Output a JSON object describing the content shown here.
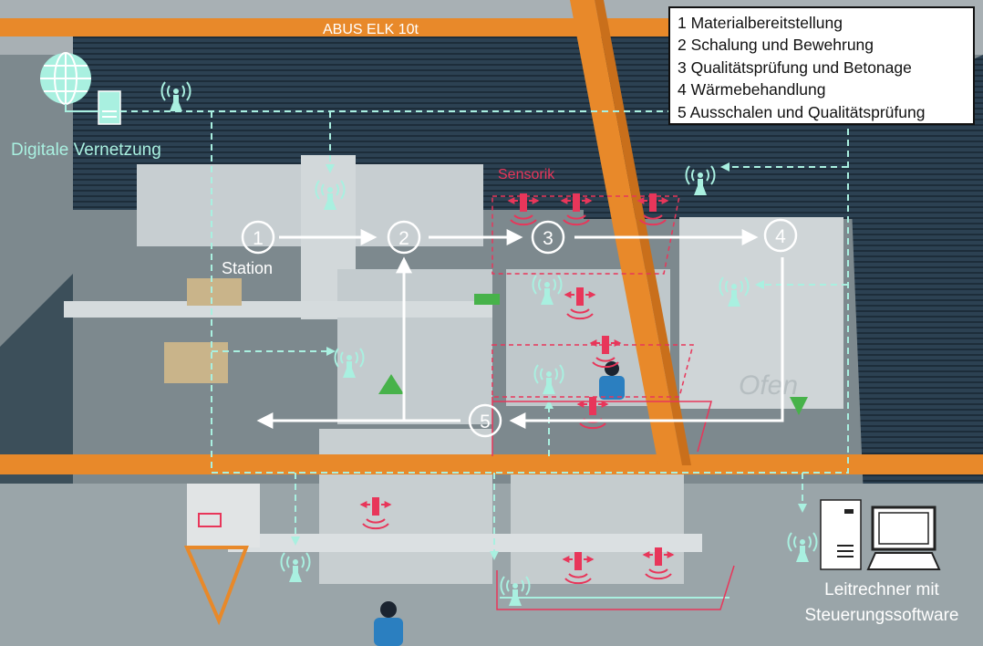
{
  "crane_label": "ABUS ELK 10t",
  "network_label": "Digitale Vernetzung",
  "sensor_label": "Sensorik",
  "station_label": "Station",
  "computer_label": [
    "Leitrechner mit",
    "Steuerungssoftware"
  ],
  "oven_text": "Ofen",
  "stations": [
    {
      "number": "1"
    },
    {
      "number": "2"
    },
    {
      "number": "3"
    },
    {
      "number": "4"
    },
    {
      "number": "5"
    }
  ],
  "legend": [
    {
      "text": "1 Materialbereitstellung"
    },
    {
      "text": "2 Schalung und Bewehrung"
    },
    {
      "text": "3 Qualitätsprüfung und Betonage"
    },
    {
      "text": "4 Wärmebehandlung"
    },
    {
      "text": "5 Ausschalen und Qualitätsprüfung"
    }
  ],
  "colors": {
    "crane": "#e8892a",
    "network": "#a9f0e0",
    "sensor": "#e8365a",
    "flow": "#ffffff",
    "floor": "#8b979b",
    "wall": "#2f4555"
  }
}
